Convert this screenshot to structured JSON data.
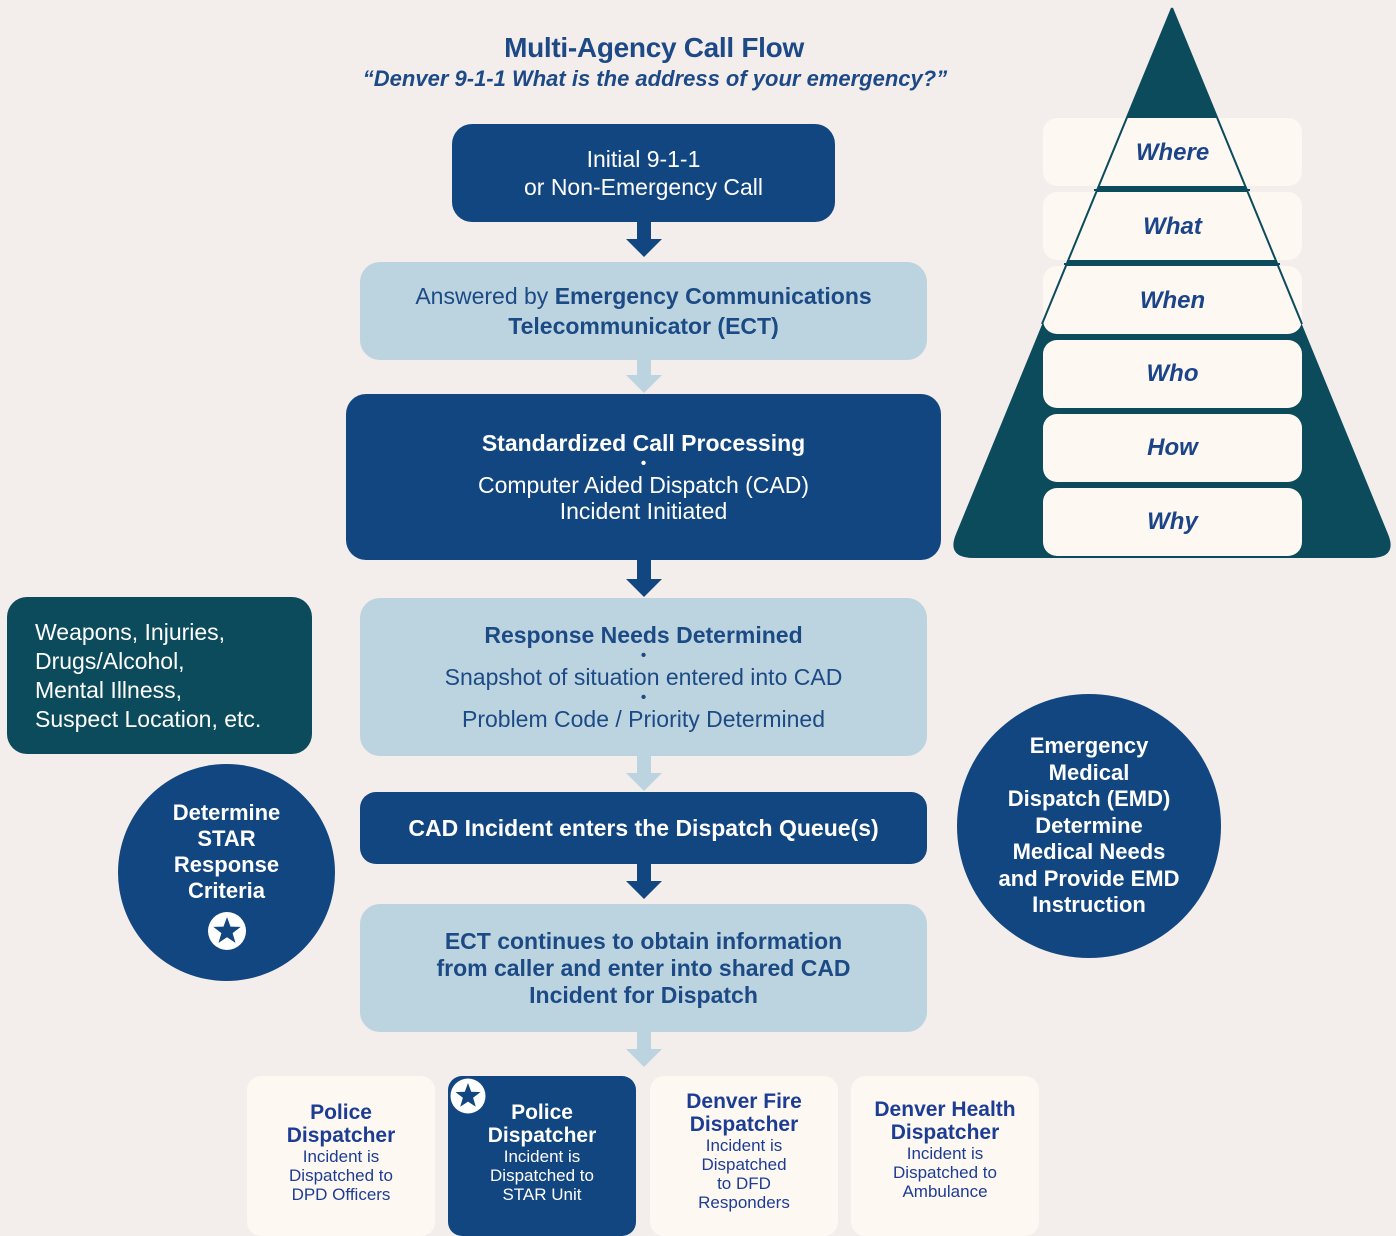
{
  "header": {
    "title": "Multi-Agency Call Flow",
    "subtitle": "“Denver 9-1-1 What is the address of your emergency?”"
  },
  "flow": {
    "initial_call": {
      "line1": "Initial 9-1-1",
      "line2": "or Non-Emergency Call"
    },
    "answered": {
      "prefix": "Answered by ",
      "bold1": "Emergency Communications",
      "bold2": "Telecommunicator (ECT)"
    },
    "standardized": {
      "title": "Standardized Call Processing",
      "bullet": "•",
      "line1": "Computer Aided Dispatch (CAD)",
      "line2": "Incident Initiated"
    },
    "response_needs": {
      "title": "Response Needs Determined",
      "bullet1": "•",
      "line1": "Snapshot of situation entered into CAD",
      "bullet2": "•",
      "line2": "Problem Code / Priority Determined"
    },
    "dispatch_queue": {
      "label": "CAD Incident enters the Dispatch Queue(s)"
    },
    "ect_continues": {
      "line1": "ECT continues to obtain information",
      "line2": "from caller and enter into shared CAD",
      "line3": "Incident for Dispatch"
    }
  },
  "side": {
    "weapons_box": {
      "line1": "Weapons, Injuries,",
      "line2": "Drugs/Alcohol,",
      "line3": "Mental Illness,",
      "line4": "Suspect Location, etc."
    },
    "star_circle": {
      "line1": "Determine",
      "line2": "STAR",
      "line3": "Response",
      "line4": "Criteria"
    },
    "emd_circle": {
      "line1": "Emergency",
      "line2": "Medical",
      "line3": "Dispatch (EMD)",
      "line4": "Determine",
      "line5": "Medical Needs",
      "line6": "and Provide EMD",
      "line7": "Instruction"
    }
  },
  "pyramid": {
    "levels": [
      "Where",
      "What",
      "When",
      "Who",
      "How",
      "Why"
    ],
    "color": "#0c4b5c"
  },
  "dispatchers": [
    {
      "title1": "Police",
      "title2": "Dispatcher",
      "text1": "Incident is",
      "text2": "Dispatched to",
      "text3": "DPD Officers",
      "text4": ""
    },
    {
      "title1": "Police",
      "title2": "Dispatcher",
      "text1": "Incident is",
      "text2": "Dispatched to",
      "text3": "STAR Unit",
      "text4": ""
    },
    {
      "title1": "Denver Fire",
      "title2": "Dispatcher",
      "text1": "Incident is",
      "text2": "Dispatched",
      "text3": "to DFD",
      "text4": "Responders"
    },
    {
      "title1": "Denver Health",
      "title2": "Dispatcher",
      "text1": "Incident is",
      "text2": "Dispatched to",
      "text3": "Ambulance",
      "text4": ""
    }
  ],
  "colors": {
    "dark_blue": "#124680",
    "light_blue": "#bcd4e0",
    "teal": "#0c4b5c",
    "cream": "#fdf8f1",
    "background": "#f3eeec"
  }
}
